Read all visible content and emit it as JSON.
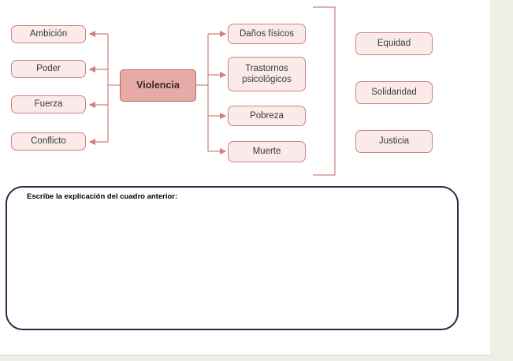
{
  "diagram": {
    "center": "Violencia",
    "causes": [
      "Ambición",
      "Poder",
      "Fuerza",
      "Conflicto"
    ],
    "effects": [
      "Daños físicos",
      "Trastornos psicológicos",
      "Pobreza",
      "Muerte"
    ],
    "values": [
      "Equidad",
      "Solidaridad",
      "Justicia"
    ]
  },
  "answer_prompt": "Escribe la explicación del cuadro anterior:",
  "colors": {
    "node_fill": "#fbeaea",
    "node_border": "#cf8180",
    "center_fill": "#e8aaa6",
    "box_border": "#1e3048"
  }
}
